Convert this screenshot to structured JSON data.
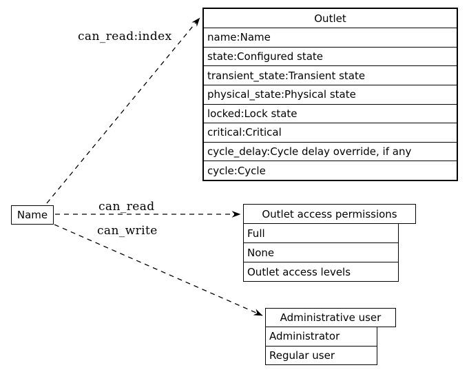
{
  "nodes": {
    "name": {
      "label": "Name"
    },
    "outlet": {
      "title": "Outlet",
      "rows": [
        "name:Name",
        "state:Configured state",
        "transient_state:Transient state",
        "physical_state:Physical state",
        "locked:Lock state",
        "critical:Critical",
        "cycle_delay:Cycle delay override, if any",
        "cycle:Cycle"
      ]
    },
    "permissions": {
      "title": "Outlet access permissions",
      "rows": [
        "Full",
        "None",
        "Outlet access levels"
      ]
    },
    "admin": {
      "title": "Administrative user",
      "rows": [
        "Administrator",
        "Regular user"
      ]
    }
  },
  "edges": [
    {
      "label": "can_read:index",
      "from": "Name",
      "to": "Outlet"
    },
    {
      "label": "can_read",
      "from": "Name",
      "to": "Outlet access permissions"
    },
    {
      "label": "can_write",
      "from": "Name",
      "to": "Administrative user"
    }
  ],
  "colors": {
    "background": "#ffffff",
    "line": "#000000",
    "text": "#000000"
  }
}
